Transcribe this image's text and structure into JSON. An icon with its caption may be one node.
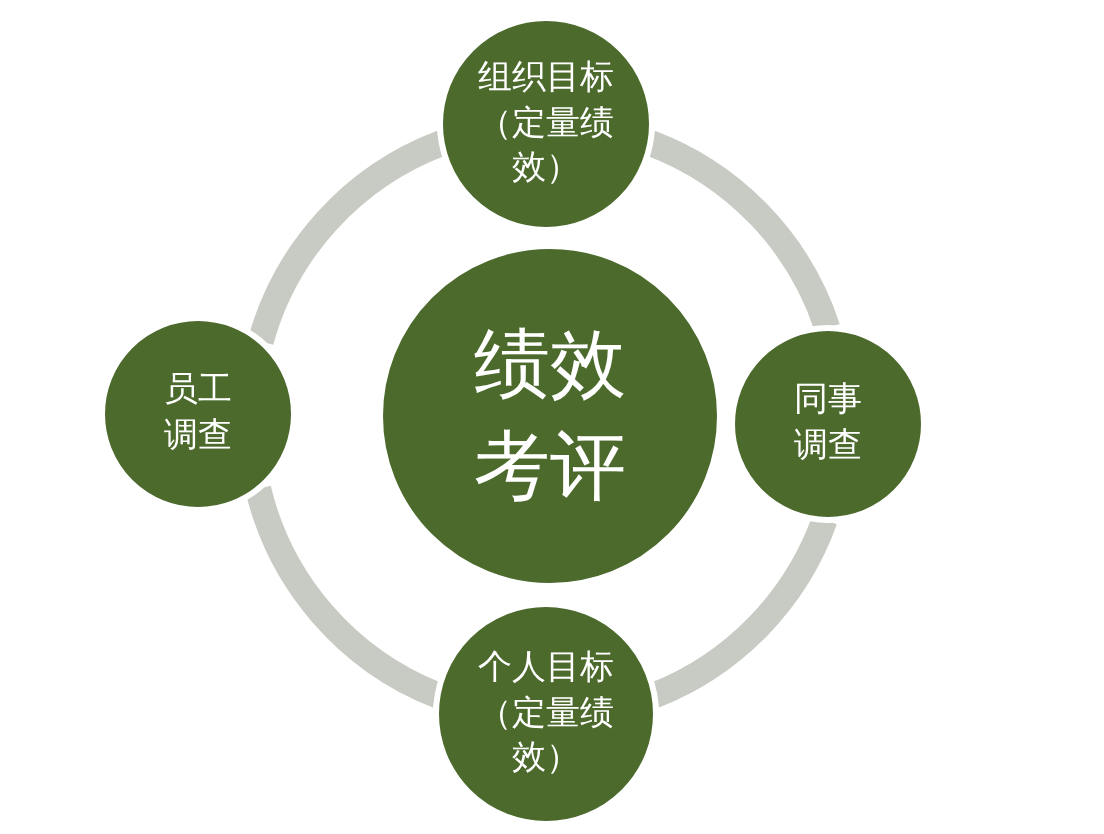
{
  "diagram": {
    "nodes": [
      {
        "text": [
          "组织目标（定量绩效）"
        ]
      },
      {
        "text": [
          "员工调查"
        ]
      },
      {
        "text": [
          "绩效考评"
        ]
      },
      {
        "text": [
          "同事调查"
        ]
      },
      {
        "text": [
          "个人目标（定量绩效）"
        ]
      }
    ],
    "edges": [
      {
        "from": 0,
        "to": 3,
        "arrow": "none"
      },
      {
        "from": 3,
        "to": 4,
        "arrow": "none"
      },
      {
        "from": 4,
        "to": 1,
        "arrow": "none"
      },
      {
        "from": 1,
        "to": 0,
        "arrow": "none"
      }
    ]
  }
}
